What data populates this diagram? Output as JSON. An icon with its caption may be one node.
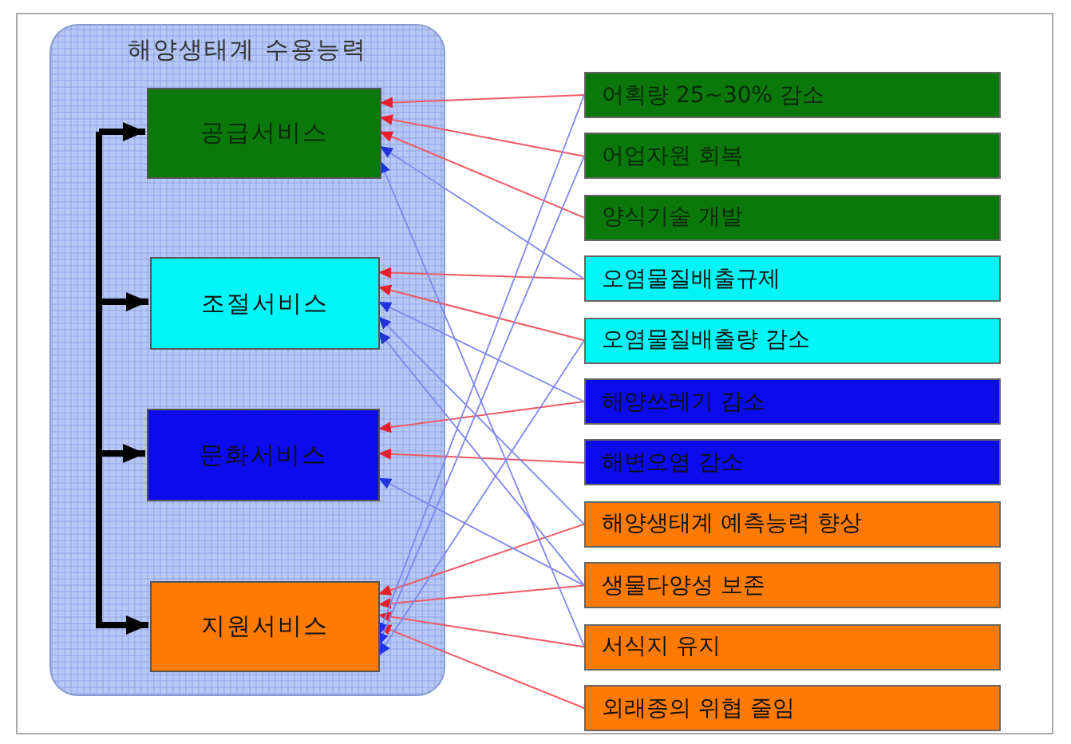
{
  "diagram": {
    "nodes": [
      {
        "text": [
          "해양생태계 수용능력"
        ]
      },
      {
        "text": [
          "공급서비스"
        ],
        "in": 0
      },
      {
        "text": [
          "조절서비스"
        ],
        "in": 0
      },
      {
        "text": [
          "문화서비스"
        ],
        "in": 0
      },
      {
        "text": [
          "지원서비스"
        ],
        "in": 0
      },
      {
        "text": [
          "어획량 25~30% 감소"
        ]
      },
      {
        "text": [
          "어업자원 회복"
        ]
      },
      {
        "text": [
          "양식기술 개발"
        ]
      },
      {
        "text": [
          "오염물질배출규제"
        ]
      },
      {
        "text": [
          "오염물질배출량 감소"
        ]
      },
      {
        "text": [
          "해양쓰레기 감소"
        ]
      },
      {
        "text": [
          "해변오염 감소"
        ]
      },
      {
        "text": [
          "해양생태계 예측능력 향상"
        ]
      },
      {
        "text": [
          "생물다양성 보존"
        ]
      },
      {
        "text": [
          "서식지 유지"
        ]
      },
      {
        "text": [
          "외래종의 위협 줄임"
        ]
      }
    ],
    "edges": [
      {
        "from": null,
        "to": 1,
        "arrow": "to",
        "style": "thick",
        "color": "#000000"
      },
      {
        "from": null,
        "to": 2,
        "arrow": "to",
        "style": "thick",
        "color": "#000000"
      },
      {
        "from": null,
        "to": 3,
        "arrow": "to",
        "style": "thick",
        "color": "#000000"
      },
      {
        "from": null,
        "to": 4,
        "arrow": "to",
        "style": "thick",
        "color": "#000000"
      },
      {
        "from": 5,
        "to": 1,
        "arrow": "to"
      },
      {
        "from": 6,
        "to": 1,
        "arrow": "to"
      },
      {
        "from": 7,
        "to": 1,
        "arrow": "to"
      },
      {
        "from": 8,
        "to": 2,
        "arrow": "to"
      },
      {
        "from": 9,
        "to": 2,
        "arrow": "to"
      },
      {
        "from": 10,
        "to": 3,
        "arrow": "to"
      },
      {
        "from": 11,
        "to": 3,
        "arrow": "to"
      },
      {
        "from": 12,
        "to": 4,
        "arrow": "to"
      },
      {
        "from": 13,
        "to": 4,
        "arrow": "to"
      },
      {
        "from": 14,
        "to": 4,
        "arrow": "to"
      },
      {
        "from": 15,
        "to": 4,
        "arrow": "to"
      },
      {
        "from": 8,
        "to": 1,
        "arrow": "to",
        "color": "#7f86ee"
      },
      {
        "from": 14,
        "to": 1,
        "arrow": "to",
        "color": "#7f86ee"
      },
      {
        "from": 10,
        "to": 2,
        "arrow": "to",
        "color": "#7f86ee"
      },
      {
        "from": 12,
        "to": 2,
        "arrow": "to",
        "color": "#7f86ee"
      },
      {
        "from": 13,
        "to": 2,
        "arrow": "to",
        "color": "#7f86ee"
      },
      {
        "from": 13,
        "to": 3,
        "arrow": "to",
        "color": "#7f86ee"
      },
      {
        "from": 5,
        "to": 4,
        "arrow": "to",
        "color": "#7f86ee"
      },
      {
        "from": 6,
        "to": 4,
        "arrow": "to",
        "color": "#7f86ee"
      },
      {
        "from": 9,
        "to": 4,
        "arrow": "to",
        "color": "#7f86ee"
      }
    ]
  }
}
